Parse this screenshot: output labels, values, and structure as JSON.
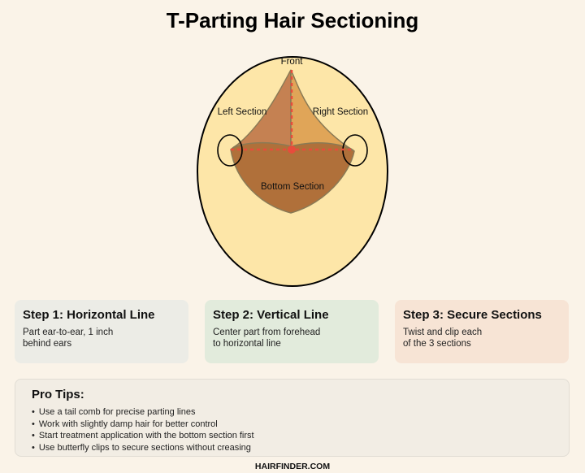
{
  "title": "T-Parting Hair Sectioning",
  "diagram": {
    "front_label": "Front",
    "left_label": "Left Section",
    "right_label": "Right Section",
    "bottom_label": "Bottom Section",
    "colors": {
      "head": "#fde6a8",
      "left_section": "#c58152",
      "right_section": "#e0a558",
      "bottom_section": "#b0703a",
      "parting_line": "#e74c3c"
    }
  },
  "steps": [
    {
      "title": "Step 1: Horizontal Line",
      "text": "Part ear-to-ear, 1 inch\nbehind ears"
    },
    {
      "title": "Step 2: Vertical Line",
      "text": "Center part from forehead\nto horizontal line"
    },
    {
      "title": "Step 3: Secure Sections",
      "text": "Twist and clip each\nof the 3 sections"
    }
  ],
  "tips": {
    "title": "Pro Tips:",
    "items": [
      "Use a tail comb for precise parting lines",
      "Work with slightly damp hair for better control",
      "Start treatment application with the bottom section first",
      "Use butterfly clips to secure sections without creasing"
    ]
  },
  "footer": "HAIRFINDER.COM"
}
